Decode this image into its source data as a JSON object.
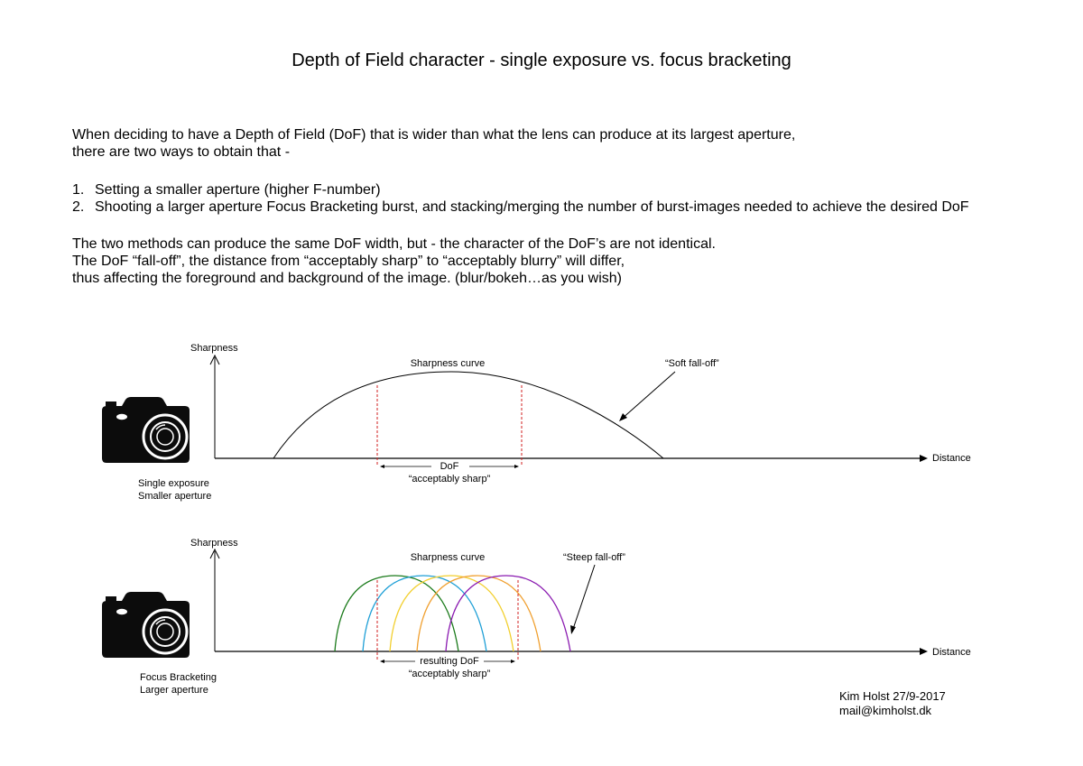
{
  "title": "Depth of Field character - single exposure vs. focus bracketing",
  "intro": {
    "line1": "When deciding to have a Depth of Field (DoF) that is wider than what the lens can produce at its largest aperture,",
    "line2": "there are two ways to obtain that -"
  },
  "methods": [
    {
      "num": "1.",
      "text": "Setting a smaller aperture (higher F-number)"
    },
    {
      "num": "2.",
      "text": "Shooting a larger aperture Focus Bracketing burst, and stacking/merging the number of burst-images needed to achieve the desired DoF"
    }
  ],
  "explanation": {
    "line1": "The two methods can produce the same DoF width, but - the character of the DoF’s are not identical.",
    "line2": "The DoF “fall-off”, the distance from “acceptably sharp” to “acceptably blurry” will differ,",
    "line3": "thus affecting the foreground and background of the image. (blur/bokeh…as you wish)"
  },
  "diagram_top": {
    "y_label": "Sharpness",
    "x_label": "Distance",
    "curve_label": "Sharpness curve",
    "annotation": "“Soft fall-off”",
    "dof_label": "DoF",
    "dof_sublabel": "“acceptably sharp”",
    "camera_caption_1": "Single exposure",
    "camera_caption_2": "Smaller aperture"
  },
  "diagram_bottom": {
    "y_label": "Sharpness",
    "x_label": "Distance",
    "curve_label": "Sharpness curve",
    "annotation": "“Steep fall-off”",
    "dof_label": "resulting DoF",
    "dof_sublabel": "“acceptably sharp”",
    "camera_caption_1": "Focus Bracketing",
    "camera_caption_2": "Larger aperture",
    "curve_colors": [
      "#1a7a1a",
      "#1e9fd6",
      "#f2cf2e",
      "#f0a030",
      "#8a1ab0"
    ]
  },
  "colors": {
    "dof_marker": "#d21f1f"
  },
  "credit": {
    "line1": "Kim Holst 27/9-2017",
    "line2": "mail@kimholst.dk"
  }
}
